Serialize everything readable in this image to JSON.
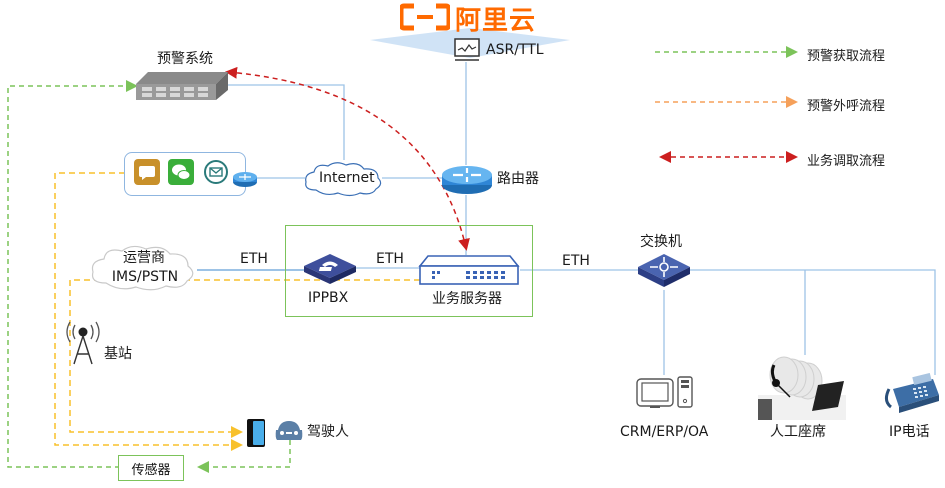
{
  "brand": {
    "name": "阿里云",
    "logo_glyph": "(–)",
    "color": "#ff6a00"
  },
  "nodes": {
    "asr": {
      "label": "ASR/TTL",
      "icon": "monitor-waveform-icon"
    },
    "alert_system": {
      "label": "预警系统",
      "icon": "server-rack-icon"
    },
    "apps": {
      "icons": [
        "message-bubble-icon",
        "wechat-icon",
        "mail-icon"
      ]
    },
    "internet": {
      "label": "Internet",
      "icon": "cloud-icon"
    },
    "router": {
      "label": "路由器",
      "icon": "router-icon"
    },
    "carrier": {
      "label_line1": "运营商",
      "label_line2": "IMS/PSTN",
      "icon": "cloud-icon"
    },
    "ippbx": {
      "label": "IPPBX",
      "icon": "ippbx-phone-icon"
    },
    "biz_server": {
      "label": "业务服务器",
      "icon": "server-icon"
    },
    "switch": {
      "label": "交换机",
      "icon": "switch-icon"
    },
    "base_station": {
      "label": "基站",
      "icon": "antenna-tower-icon"
    },
    "driver": {
      "label": "驾驶人",
      "icon": "car-icon"
    },
    "phone": {
      "icon": "smartphone-icon"
    },
    "sensor": {
      "label": "传感器"
    },
    "crm": {
      "label": "CRM/ERP/OA",
      "icon": "desktop-computer-icon"
    },
    "agents": {
      "label": "人工座席",
      "icon": "call-center-agents-icon"
    },
    "ip_phone": {
      "label": "IP电话",
      "icon": "ip-phone-icon"
    }
  },
  "links": {
    "eth1": "ETH",
    "eth2": "ETH",
    "eth3": "ETH"
  },
  "legend": [
    {
      "label": "预警获取流程",
      "color": "#7cc35a",
      "style": "dashed-arrow-right"
    },
    {
      "label": "预警外呼流程",
      "color": "#f5a05a",
      "style": "dashed-arrow-right"
    },
    {
      "label": "业务调取流程",
      "color": "#cc1f1f",
      "style": "dashed-arrow-both"
    }
  ],
  "colors": {
    "network_line": "#9dc3e6",
    "green_flow": "#7cc35a",
    "yellow_flow": "#f8c12c",
    "red_flow": "#cc1f1f",
    "group_border": "#7cc35a"
  }
}
